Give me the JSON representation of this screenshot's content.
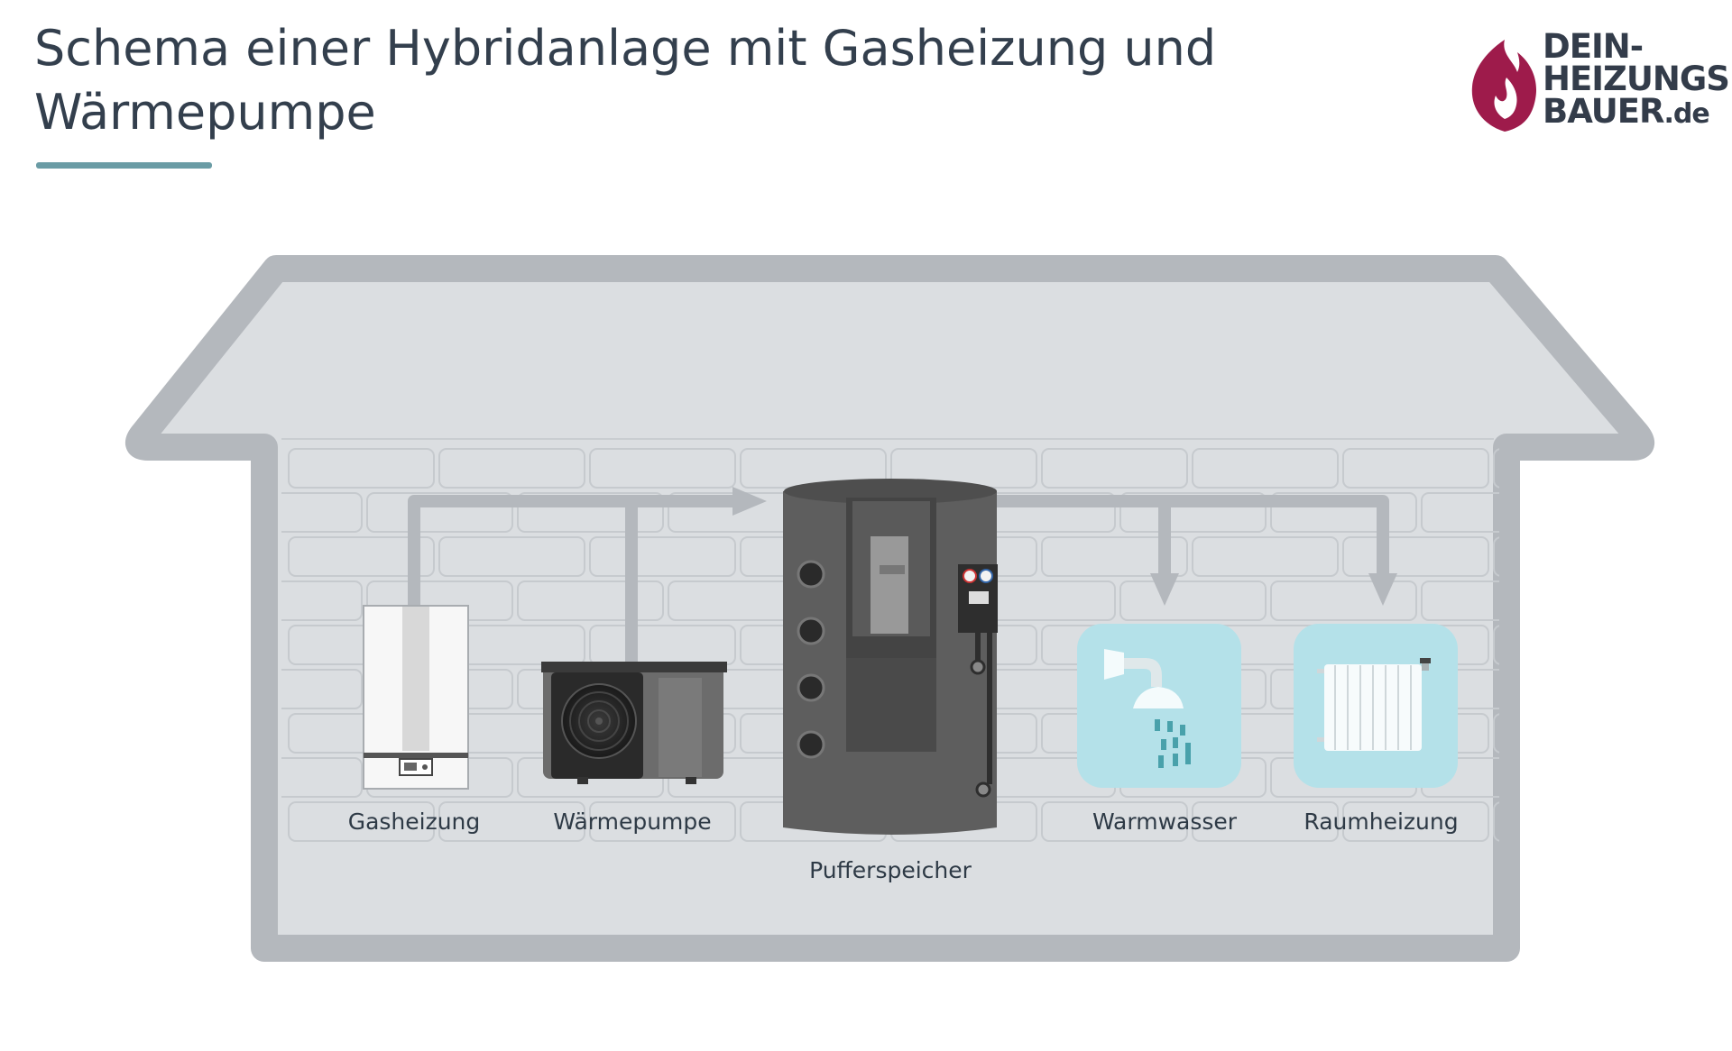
{
  "header": {
    "title": "Schema einer Hybridanlage mit Gasheizung und Wärmepumpe"
  },
  "logo": {
    "line1": "DEIN-",
    "line2": "HEIZUNGS",
    "line3_main": "BAUER",
    "line3_suffix": ".de",
    "flame_color": "#9e1b4b"
  },
  "components": {
    "gas_heater": {
      "label": "Gasheizung"
    },
    "heat_pump": {
      "label": "Wärmepumpe"
    },
    "buffer_tank": {
      "label": "Pufferspeicher"
    },
    "hot_water": {
      "label": "Warmwasser"
    },
    "room_heating": {
      "label": "Raumheizung"
    }
  },
  "colors": {
    "house_outline": "#b4b8bd",
    "house_fill": "#dbdee1",
    "pipe": "#b4b8bd",
    "tank": "#5e5e5e",
    "tile_bg": "#b4e1e9",
    "accent_teal": "#6a9ca5"
  }
}
